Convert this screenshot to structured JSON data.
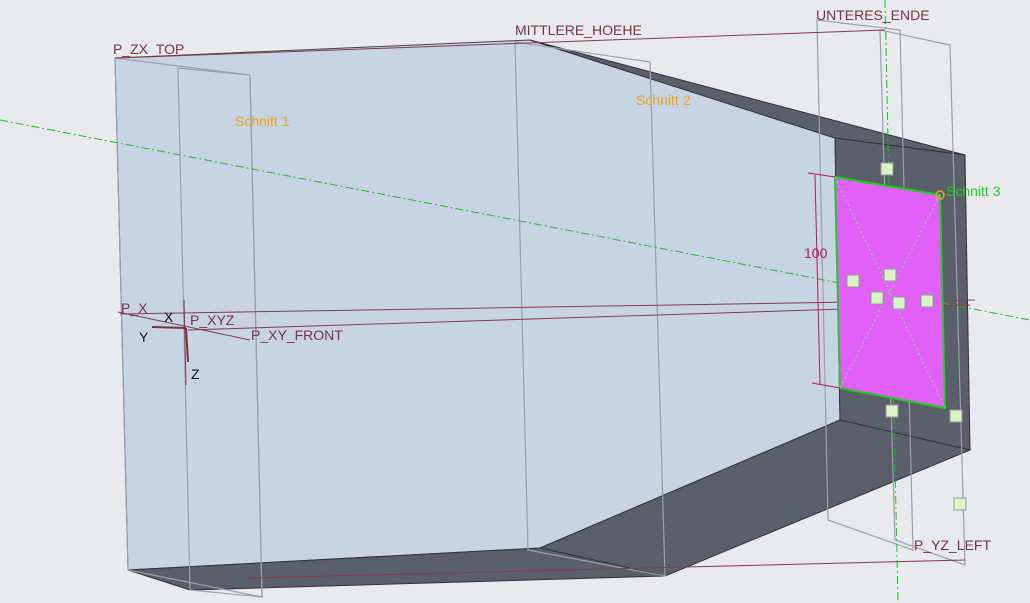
{
  "viewport": {
    "planes": [
      "P_ZX_TOP",
      "MITTLERE_HOEHE",
      "UNTERES_ENDE",
      "P_XY_FRONT",
      "P_YZ_LEFT"
    ],
    "csys": {
      "name": "P_XYZ",
      "axis_label": "P_X",
      "x": "X",
      "y": "Y",
      "z": "Z"
    },
    "sections": [
      "Schnitt 1",
      "Schnitt 2",
      "Schnitt 3"
    ],
    "dimension": "100",
    "colors": {
      "background": "#e8eaee",
      "body_light": "#c6d4e4",
      "body_dark": "#5a606a",
      "section_highlight": "#e060f8",
      "section_edge": "#22cc22",
      "plane_label": "#7a3440",
      "section_label": "#f0a020"
    }
  }
}
